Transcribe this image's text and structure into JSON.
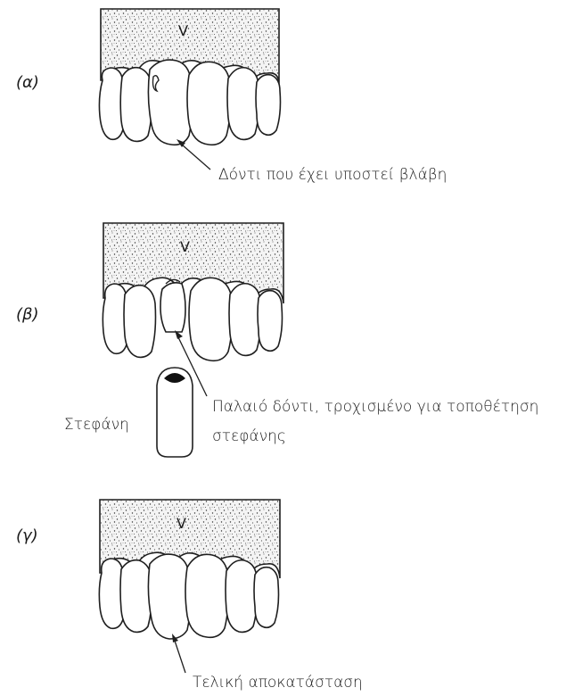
{
  "panels": [
    {
      "label": "(α)",
      "caption": "Δόντι που έχει υποστεί βλάβη"
    },
    {
      "label": "(β)",
      "caption_line1": "Παλαιό δόντι, τροχισμένο για τοποθέτηση",
      "caption_line2": "στεφάνης",
      "crown_label": "Στεφάνη"
    },
    {
      "label": "(γ)",
      "caption": "Τελική αποκατάσταση"
    }
  ]
}
